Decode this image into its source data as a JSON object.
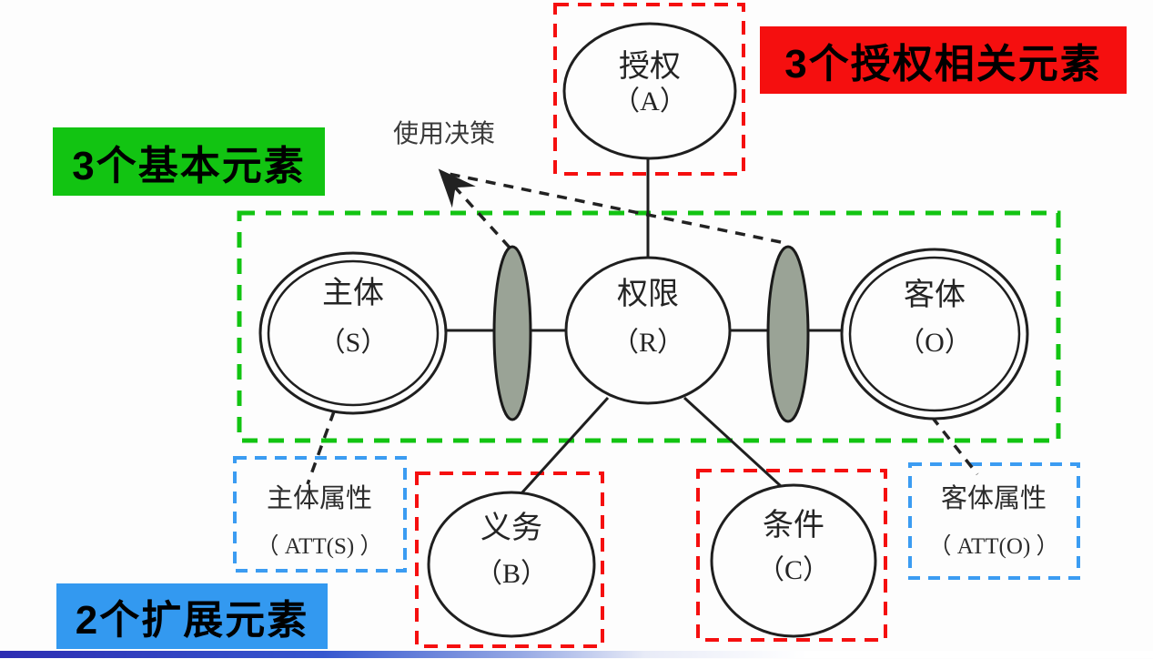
{
  "labels": {
    "auth_related": "3个授权相关元素",
    "basic": "3个基本元素",
    "extension": "2个扩展元素"
  },
  "annotation": {
    "usage_decision": "使用决策"
  },
  "nodes": {
    "authorization": {
      "name": "授权",
      "symbol": "（A）"
    },
    "subject": {
      "name": "主体",
      "symbol": "（S）"
    },
    "rights": {
      "name": "权限",
      "symbol": "（R）"
    },
    "object": {
      "name": "客体",
      "symbol": "（O）"
    },
    "obligation": {
      "name": "义务",
      "symbol": "（B）"
    },
    "condition": {
      "name": "条件",
      "symbol": "（C）"
    }
  },
  "attributes": {
    "subject": {
      "line1": "主体属性",
      "line2": "（ ATT(S) ）"
    },
    "object": {
      "line1": "客体属性",
      "line2": "（ ATT(O) ）"
    }
  },
  "colors": {
    "red_accent": "#f50f0f",
    "green_accent": "#12c412",
    "blue_accent": "#3399f0",
    "gray_oval": "#9aa396",
    "line": "#1f1f1f"
  }
}
